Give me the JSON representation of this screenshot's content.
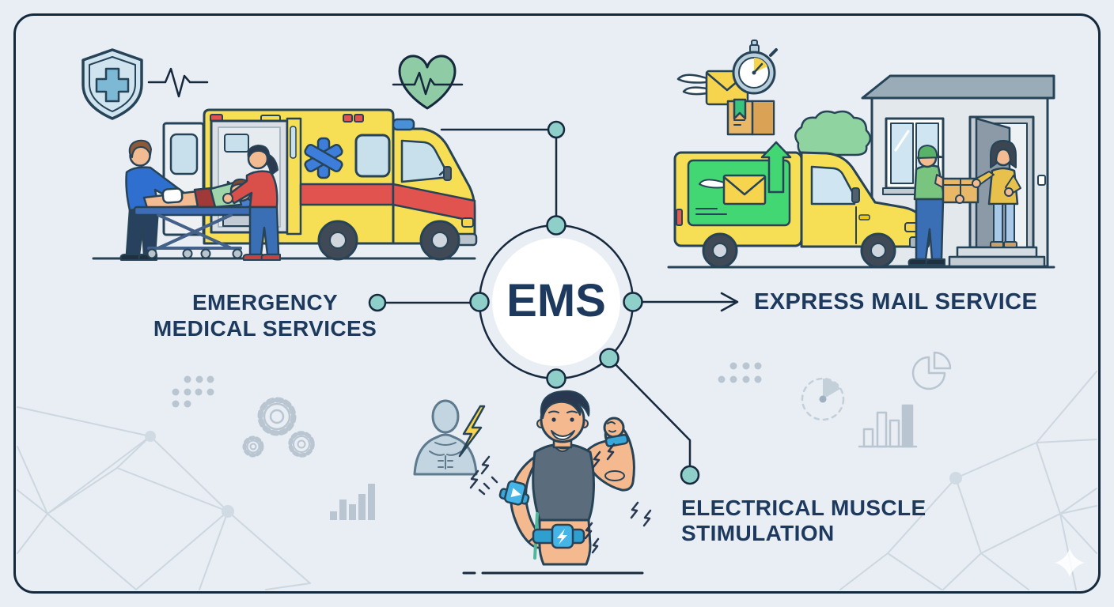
{
  "hub": {
    "label": "EMS"
  },
  "branches": {
    "emergency": {
      "line1": "EMERGENCY",
      "line2": "MEDICAL SERVICES"
    },
    "express": {
      "label": "EXPRESS MAIL SERVICE"
    },
    "electrical": {
      "line1": "ELECTRICAL MUSCLE",
      "line2": "STIMULATION"
    }
  },
  "colors": {
    "background": "#e8eef3",
    "frame_border": "#15293d",
    "text": "#1d3a5e",
    "connector_line": "#16293e",
    "node_fill": "#8fcfc9",
    "ambulance_yellow": "#f6df55",
    "stripe_red": "#e0534e",
    "star_of_life_blue": "#3d7edb",
    "heart_green": "#8fcba4",
    "mail_panel_green": "#43d773",
    "envelope_yellow": "#f6d44d",
    "ems_device_blue": "#3aa7d9",
    "decor_gray": "#b9c6d2"
  },
  "icons": [
    "shield-cross-icon",
    "ekg-pulse-icon",
    "heart-pulse-icon",
    "ambulance",
    "stretcher-patient",
    "winged-envelope-icon",
    "stopwatch-icon",
    "package-icon",
    "delivery-van",
    "house",
    "bush",
    "torso-silhouette-icon",
    "lightning-bolt-icon",
    "muscle-man",
    "gears-icon",
    "dots-grid",
    "bar-chart-decor",
    "pie-chart-icon",
    "timer-icon",
    "network-mesh",
    "sparkle-icon"
  ]
}
